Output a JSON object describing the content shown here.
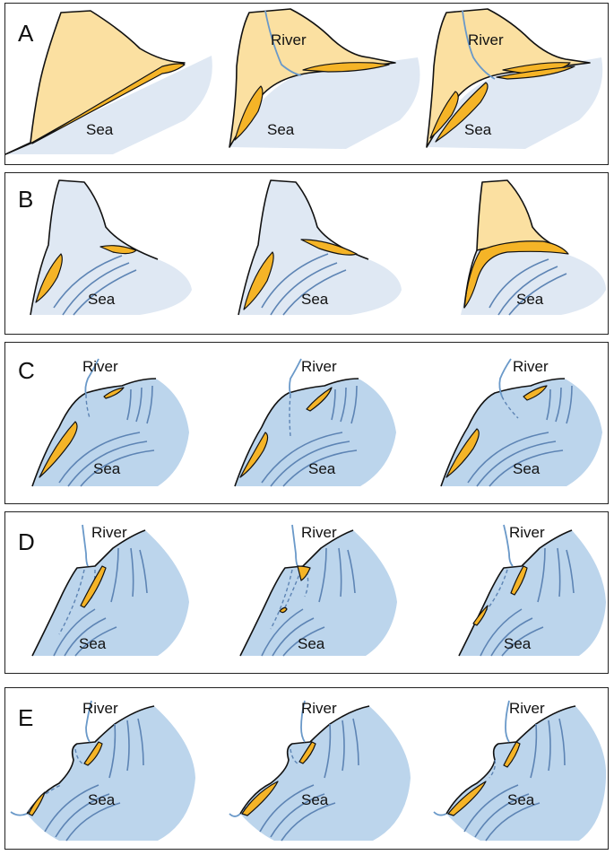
{
  "panels": [
    {
      "label": "A",
      "texts": [
        "River",
        "River",
        "Sea",
        "Sea",
        "Sea"
      ]
    },
    {
      "label": "B",
      "texts": [
        "Sea",
        "Sea",
        "Sea"
      ]
    },
    {
      "label": "C",
      "texts": [
        "River",
        "River",
        "River",
        "Sea",
        "Sea",
        "Sea"
      ]
    },
    {
      "label": "D",
      "texts": [
        "River",
        "River",
        "River",
        "Sea",
        "Sea",
        "Sea"
      ]
    },
    {
      "label": "E",
      "texts": [
        "River",
        "River",
        "River",
        "Sea",
        "Sea",
        "Sea"
      ]
    }
  ],
  "colors": {
    "land": "#fbe0a1",
    "beach": "#f5b427",
    "sea_light": "#dfe8f3",
    "sea": "#bcd5ec",
    "river": "#6a99c9"
  }
}
